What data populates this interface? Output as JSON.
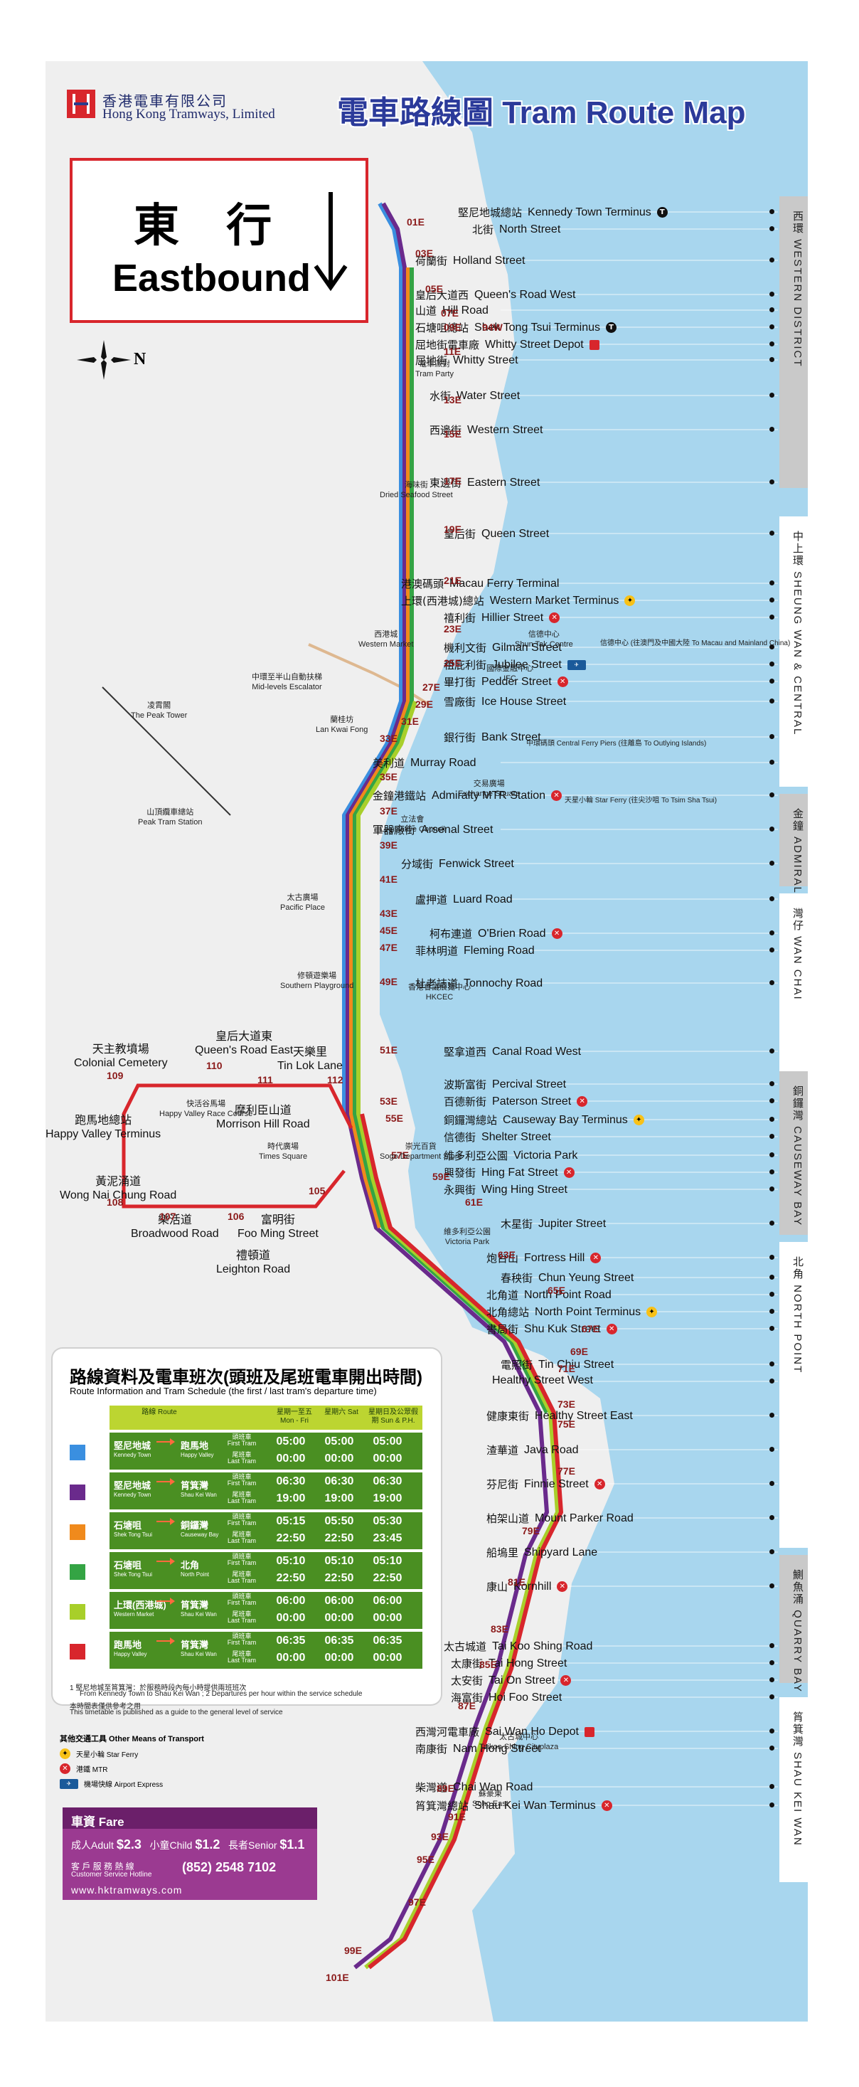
{
  "header": {
    "company_zh": "香港電車有限公司",
    "company_en": "Hong Kong Tramways, Limited",
    "title": "電車路線圖 Tram Route Map"
  },
  "direction": {
    "zh": "東 行",
    "en": "Eastbound"
  },
  "compass": {
    "label": "N"
  },
  "colors": {
    "sea": "#a8d6ee",
    "blue": "#3a8fe0",
    "purple": "#6a2a8c",
    "orange": "#f08a1c",
    "green": "#34a444",
    "lime": "#a8cf2a",
    "red": "#d8262c",
    "brand": "#2b3a9a"
  },
  "stops": [
    {
      "zh": "堅尼地城總站",
      "en": "Kennedy Town Terminus",
      "sym": "term"
    },
    {
      "zh": "北街",
      "en": "North Street"
    },
    {
      "zh": "荷蘭街",
      "en": "Holland Street"
    },
    {
      "zh": "皇后大道西",
      "en": "Queen's Road West"
    },
    {
      "zh": "山道",
      "en": "Hill Road"
    },
    {
      "zh": "石塘咀總站",
      "en": "Shek Tong Tsui Terminus",
      "sym": "term"
    },
    {
      "zh": "屈地街電車廠",
      "en": "Whitty Street Depot",
      "sym": "depot"
    },
    {
      "zh": "屈地街",
      "en": "Whitty Street"
    },
    {
      "zh": "水街",
      "en": "Water Street"
    },
    {
      "zh": "西邊街",
      "en": "Western Street"
    },
    {
      "zh": "東邊街",
      "en": "Eastern Street"
    },
    {
      "zh": "皇后街",
      "en": "Queen Street"
    },
    {
      "zh": "港澳碼頭",
      "en": "Macau Ferry Terminal"
    },
    {
      "zh": "上環(西港城)總站",
      "en": "Western Market Terminus",
      "sym": "ferry"
    },
    {
      "zh": "禧利街",
      "en": "Hillier Street",
      "sym": "mtr"
    },
    {
      "zh": "機利文街",
      "en": "Gilman Street"
    },
    {
      "zh": "租庇利街",
      "en": "Jubilee Street",
      "sym": "airport"
    },
    {
      "zh": "畢打街",
      "en": "Pedder Street",
      "sym": "mtr"
    },
    {
      "zh": "雪廠街",
      "en": "Ice House Street"
    },
    {
      "zh": "銀行街",
      "en": "Bank Street"
    },
    {
      "zh": "美利道",
      "en": "Murray Road"
    },
    {
      "zh": "金鐘港鐵站",
      "en": "Admiralty MTR Station",
      "sym": "mtr"
    },
    {
      "zh": "軍器廠街",
      "en": "Arsenal Street"
    },
    {
      "zh": "分域街",
      "en": "Fenwick Street"
    },
    {
      "zh": "盧押道",
      "en": "Luard Road"
    },
    {
      "zh": "柯布連道",
      "en": "O'Brien Road",
      "sym": "mtr"
    },
    {
      "zh": "菲林明道",
      "en": "Fleming Road"
    },
    {
      "zh": "杜老誌道",
      "en": "Tonnochy Road"
    },
    {
      "zh": "堅拿道西",
      "en": "Canal Road West"
    },
    {
      "zh": "波斯富街",
      "en": "Percival Street"
    },
    {
      "zh": "百德新街",
      "en": "Paterson Street",
      "sym": "mtr"
    },
    {
      "zh": "銅鑼灣總站",
      "en": "Causeway Bay Terminus",
      "sym": "ferry"
    },
    {
      "zh": "信德街",
      "en": "Shelter Street"
    },
    {
      "zh": "維多利亞公園",
      "en": "Victoria Park"
    },
    {
      "zh": "興發街",
      "en": "Hing Fat Street",
      "sym": "mtr"
    },
    {
      "zh": "永興街",
      "en": "Wing Hing Street"
    },
    {
      "zh": "木星街",
      "en": "Jupiter Street"
    },
    {
      "zh": "炮台山",
      "en": "Fortress Hill",
      "sym": "mtr"
    },
    {
      "zh": "春秧街",
      "en": "Chun Yeung Street"
    },
    {
      "zh": "北角道",
      "en": "North Point Road"
    },
    {
      "zh": "北角總站",
      "en": "North Point Terminus",
      "sym": "ferry"
    },
    {
      "zh": "書局街",
      "en": "Shu Kuk Street",
      "sym": "mtr"
    },
    {
      "zh": "電照街",
      "en": "Tin Chiu Street"
    },
    {
      "zh": "",
      "en": "Healthy Street West"
    },
    {
      "zh": "健康東街",
      "en": "Healthy Street East"
    },
    {
      "zh": "渣華道",
      "en": "Java Road"
    },
    {
      "zh": "芬尼街",
      "en": "Finnie Street",
      "sym": "mtr"
    },
    {
      "zh": "柏架山道",
      "en": "Mount Parker Road"
    },
    {
      "zh": "船塢里",
      "en": "Shipyard Lane"
    },
    {
      "zh": "康山",
      "en": "Kornhill",
      "sym": "mtr"
    },
    {
      "zh": "太古城道",
      "en": "Tai Koo Shing Road"
    },
    {
      "zh": "太康街",
      "en": "Tai Hong Street"
    },
    {
      "zh": "太安街",
      "en": "Tai On Street",
      "sym": "mtr"
    },
    {
      "zh": "海富街",
      "en": "Hoi Foo Street"
    },
    {
      "zh": "西灣河電車廠",
      "en": "Sai Wan Ho Depot",
      "sym": "depot"
    },
    {
      "zh": "南康街",
      "en": "Nam Hong Street"
    },
    {
      "zh": "柴灣道",
      "en": "Chai Wan Road"
    },
    {
      "zh": "筲箕灣總站",
      "en": "Shau Kei Wan Terminus",
      "sym": "mtr"
    }
  ],
  "notes": {
    "stc": "信德中心 (往澳門及中國大陸 To Macau and Mainland China)",
    "cfp": "中環碼頭 Central Ferry Piers (往離島 To Outlying Islands)",
    "star": "天星小輪 Star Ferry (往尖沙咀 To Tsim Sha Tsui)"
  },
  "codes": [
    "01E",
    "03E",
    "05E",
    "07E",
    "09E",
    "11E",
    "13E",
    "15E",
    "17E",
    "19E",
    "21E",
    "23E",
    "25E",
    "27E",
    "29E",
    "31E",
    "33E",
    "35E",
    "37E",
    "39E",
    "41E",
    "43E",
    "45E",
    "47E",
    "49E",
    "51E",
    "53E",
    "55E",
    "57E",
    "59E",
    "61E",
    "63E",
    "65E",
    "67E",
    "69E",
    "71E",
    "73E",
    "75E",
    "77E",
    "79E",
    "81E",
    "83E",
    "85E",
    "87E",
    "89E",
    "91E",
    "93E",
    "95E",
    "97E",
    "99E",
    "101E",
    "94W"
  ],
  "loop_codes": [
    "109",
    "110",
    "111",
    "112",
    "108",
    "107",
    "106",
    "105"
  ],
  "districts": [
    "西環 WESTERN DISTRICT",
    "中上環 SHEUNG WAN & CENTRAL",
    "金鐘 ADMIRALTY",
    "灣仔 WAN CHAI",
    "銅鑼灣 CAUSEWAY BAY",
    "北角 NORTH POINT",
    "鰂魚涌 QUARRY BAY",
    "筲箕灣 SHAU KEI WAN"
  ],
  "landmarks": [
    {
      "zh": "電車派對",
      "en": "Tram Party"
    },
    {
      "zh": "海味街",
      "en": "Dried Seafood Street"
    },
    {
      "zh": "西港城",
      "en": "Western Market"
    },
    {
      "zh": "中環至半山自動扶梯",
      "en": "Mid-levels Escalator"
    },
    {
      "zh": "國際金融中心",
      "en": "IFC"
    },
    {
      "zh": "凌霄閣",
      "en": "The Peak Tower"
    },
    {
      "zh": "蘭桂坊",
      "en": "Lan Kwai Fong"
    },
    {
      "zh": "交易廣場",
      "en": "Exchange Square"
    },
    {
      "zh": "山頂纜車總站",
      "en": "Peak Tram Station"
    },
    {
      "zh": "立法會",
      "en": "Legislative Council"
    },
    {
      "zh": "太古廣場",
      "en": "Pacific Place"
    },
    {
      "zh": "修頓遊樂場",
      "en": "Southern Playground"
    },
    {
      "zh": "香港會議展覽中心",
      "en": "HKCEC"
    },
    {
      "zh": "快活谷馬場",
      "en": "Happy Valley Race Course"
    },
    {
      "zh": "時代廣場",
      "en": "Times Square"
    },
    {
      "zh": "崇光百貨",
      "en": "Sogo Department Store"
    },
    {
      "zh": "維多利亞公園",
      "en": "Victoria Park"
    },
    {
      "zh": "太古城中心",
      "en": "Taikoo Shing Cityplaza"
    },
    {
      "zh": "蘇豪東",
      "en": "Soho East"
    },
    {
      "zh": "信德中心",
      "en": "Shun Tak Centre"
    }
  ],
  "loop_stops": [
    {
      "zh": "天主教墳場",
      "en": "Colonial Cemetery"
    },
    {
      "zh": "皇后大道東",
      "en": "Queen's Road East"
    },
    {
      "zh": "天樂里",
      "en": "Tin Lok Lane"
    },
    {
      "zh": "摩利臣山道",
      "en": "Morrison Hill Road"
    },
    {
      "zh": "跑馬地總站",
      "en": "Happy Valley Terminus"
    },
    {
      "zh": "黃泥涌道",
      "en": "Wong Nai Chung Road"
    },
    {
      "zh": "樂活道",
      "en": "Broadwood Road"
    },
    {
      "zh": "富明街",
      "en": "Foo Ming Street"
    },
    {
      "zh": "禮頓道",
      "en": "Leighton Road"
    }
  ],
  "schedule": {
    "title": "路線資料及電車班次(頭班及尾班電車開出時間)",
    "subtitle": "Route Information and Tram Schedule (the first / last tram's departure time)",
    "head_route": "路線 Route",
    "head_weekday": "星期一至五 Mon - Fri",
    "head_sat": "星期六 Sat",
    "head_sun": "星期日及公眾假期 Sun & P.H.",
    "first_label": "頭班車 First Tram",
    "last_label": "尾班車 Last Tram",
    "rows": [
      {
        "from": "堅尼地城",
        "from_en": "Kennedy Town",
        "to": "跑馬地",
        "to_en": "Happy Valley",
        "first": [
          "05:00",
          "05:00",
          "05:00"
        ],
        "last": [
          "00:00",
          "00:00",
          "00:00"
        ]
      },
      {
        "from": "堅尼地城",
        "from_en": "Kennedy Town",
        "to": "筲箕灣",
        "to_en": "Shau Kei Wan",
        "first": [
          "06:30",
          "06:30",
          "06:30"
        ],
        "last": [
          "19:00",
          "19:00",
          "19:00"
        ]
      },
      {
        "from": "石塘咀",
        "from_en": "Shek Tong Tsui",
        "to": "銅鑼灣",
        "to_en": "Causeway Bay",
        "first": [
          "05:15",
          "05:50",
          "05:30"
        ],
        "last": [
          "22:50",
          "22:50",
          "23:45"
        ]
      },
      {
        "from": "石塘咀",
        "from_en": "Shek Tong Tsui",
        "to": "北角",
        "to_en": "North Point",
        "first": [
          "05:10",
          "05:10",
          "05:10"
        ],
        "last": [
          "22:50",
          "22:50",
          "22:50"
        ]
      },
      {
        "from": "上環(西港城)",
        "from_en": "Western Market",
        "to": "筲箕灣",
        "to_en": "Shau Kei Wan",
        "first": [
          "06:00",
          "06:00",
          "06:00"
        ],
        "last": [
          "00:00",
          "00:00",
          "00:00"
        ]
      },
      {
        "from": "跑馬地",
        "from_en": "Happy Valley",
        "to": "筲箕灣",
        "to_en": "Shau Kei Wan",
        "first": [
          "06:35",
          "06:35",
          "06:35"
        ],
        "last": [
          "00:00",
          "00:00",
          "00:00"
        ]
      }
    ],
    "note1": "1 堅尼地城至筲箕灣：於服務時段內每小時提供兩班班次",
    "note1_en": "From Kennedy Town to Shau Kei Wan ; 2 Departures per hour within the service schedule",
    "note2": "本時間表僅供參考之用",
    "note2_en": "This timetable is published as a guide to the general level of service"
  },
  "other_transport": {
    "title": "其他交通工具 Other Means of Transport",
    "items": [
      "天星小輪 Star Ferry",
      "港鐵 MTR",
      "機場快線 Airport Express"
    ]
  },
  "fare": {
    "title": "車資 Fare",
    "adult_label": "成人Adult",
    "adult": "$2.3",
    "child_label": "小童Child",
    "child": "$1.2",
    "senior_label": "長者Senior",
    "senior": "$1.1",
    "hotline_zh": "客 戶 服 務 熱 線",
    "hotline_en": "Customer Service Hotline",
    "phone": "(852) 2548 7102",
    "website": "www.hktramways.com"
  }
}
